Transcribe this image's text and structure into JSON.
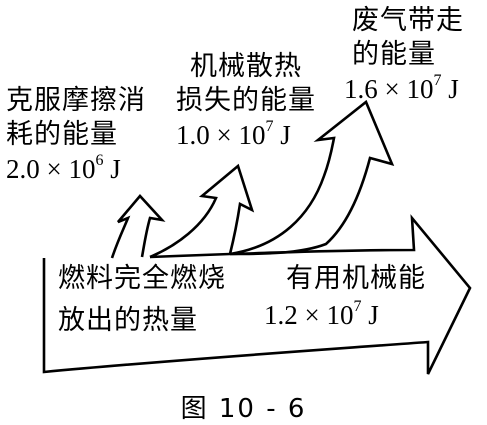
{
  "diagram": {
    "flows": [
      {
        "id": "friction",
        "lines": [
          "克服摩擦消",
          "耗的能量"
        ],
        "value": "2.0 × 10",
        "exponent": "6",
        "unit": " J"
      },
      {
        "id": "mechanical-heat",
        "lines": [
          "机械散热",
          "损失的能量"
        ],
        "value": "1.0 × 10",
        "exponent": "7",
        "unit": " J"
      },
      {
        "id": "exhaust",
        "lines": [
          "废气带走",
          "的能量"
        ],
        "value": "1.6 × 10",
        "exponent": "7",
        "unit": " J"
      }
    ],
    "source": {
      "lines": [
        "燃料完全燃烧",
        "放出的热量"
      ]
    },
    "output": {
      "lines": [
        "有用机械能"
      ],
      "value": "1.2 × 10",
      "exponent": "7",
      "unit": " J"
    },
    "caption": "图 10 - 6"
  },
  "colors": {
    "stroke": "#000000",
    "fill": "#ffffff"
  }
}
